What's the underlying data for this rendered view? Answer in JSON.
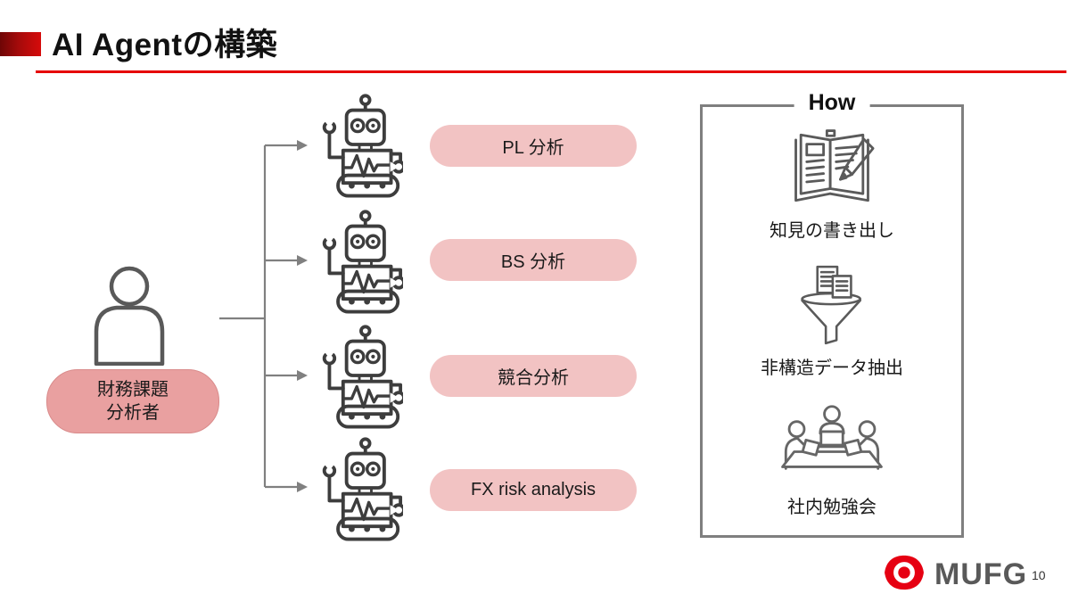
{
  "header": {
    "title": "AI Agentの構築"
  },
  "actor": {
    "icon": "person-icon",
    "label_line1": "財務課題",
    "label_line2": "分析者"
  },
  "agents": [
    {
      "icon": "robot-icon",
      "label": "PL 分析"
    },
    {
      "icon": "robot-icon",
      "label": "BS 分析"
    },
    {
      "icon": "robot-icon",
      "label": "競合分析"
    },
    {
      "icon": "robot-icon",
      "label": "FX risk analysis"
    }
  ],
  "how": {
    "title": "How",
    "items": [
      {
        "icon": "open-book-pencil-icon",
        "label": "知見の書き出し"
      },
      {
        "icon": "funnel-documents-icon",
        "label": "非構造データ抽出"
      },
      {
        "icon": "group-meeting-icon",
        "label": "社内勉強会"
      }
    ]
  },
  "footer": {
    "brand": "MUFG",
    "page_number": "10"
  },
  "colors": {
    "accent_red": "#e60012",
    "underline_red": "#e60000",
    "dark_red": "#6e0606",
    "agent_pill_pink": "#f2c3c3",
    "actor_pill_pink": "#e9a0a0",
    "connector_gray": "#808080",
    "box_border_gray": "#7f7f7f",
    "icon_gray": "#5a5a5a",
    "robot_dark": "#3d3d3d",
    "brand_text_gray": "#595959"
  }
}
